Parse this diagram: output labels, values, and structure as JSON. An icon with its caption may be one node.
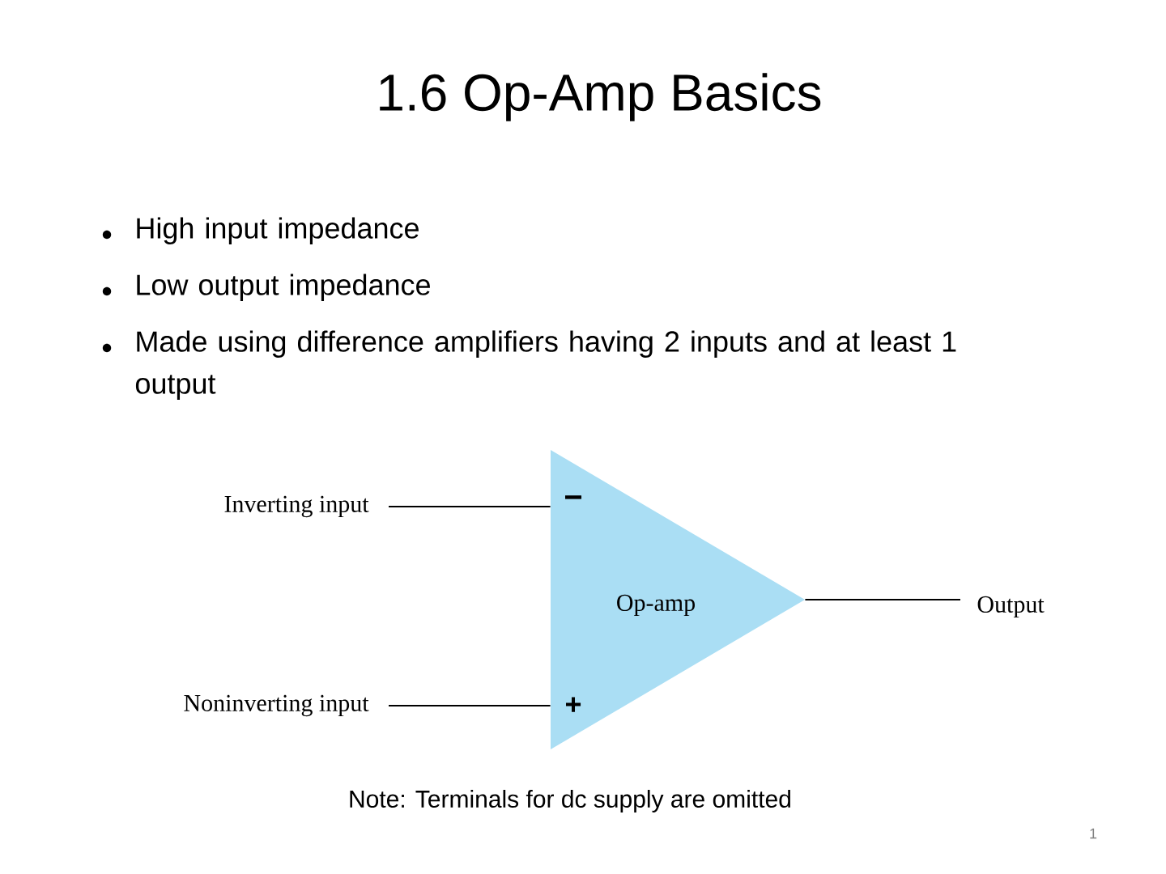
{
  "diagram": {
    "title": "1.6 Op-Amp Basics",
    "nodes": [
      {
        "text": [
          "Inverting input"
        ]
      },
      {
        "text": [
          "Noninverting input"
        ]
      },
      {
        "text": [
          "Op-amp"
        ]
      },
      {
        "text": [
          "Output"
        ]
      }
    ],
    "edges": [
      {
        "from": 0,
        "to": 2,
        "arrow": "none"
      },
      {
        "from": 1,
        "to": 2,
        "arrow": "none"
      },
      {
        "from": 2,
        "to": 3,
        "arrow": "none"
      }
    ],
    "labels": [
      "High input impedance",
      "Low output impedance",
      "Made using difference amplifiers having 2 inputs and at least 1 output",
      "−",
      "+",
      "Note:  Terminals for dc supply are omitted",
      "1"
    ]
  }
}
